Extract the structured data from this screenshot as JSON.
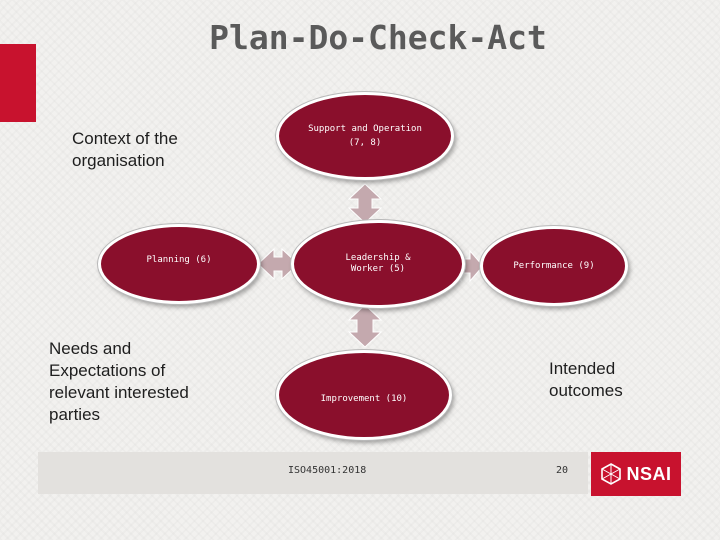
{
  "title": "Plan-Do-Check-Act",
  "labels": {
    "context": "Context of the organisation",
    "needs": "Needs and Expectations of relevant interested parties",
    "outcomes": "Intended outcomes"
  },
  "nodes": {
    "support_line1": "Support and Operation",
    "support_line2": "(7, 8)",
    "planning": "Planning (6)",
    "leadership_line1": "Leadership &",
    "leadership_line2": "Worker (5)",
    "performance": "Performance (9)",
    "improvement": "Improvement (10)"
  },
  "footer": {
    "standard": "ISO45001:2018",
    "page": "20",
    "logo": "NSAI"
  },
  "colors": {
    "node_fill": "#8a0f2c",
    "arrow_fill": "#c4a9ae",
    "accent": "#c8122e",
    "background": "#f2f1ef"
  }
}
